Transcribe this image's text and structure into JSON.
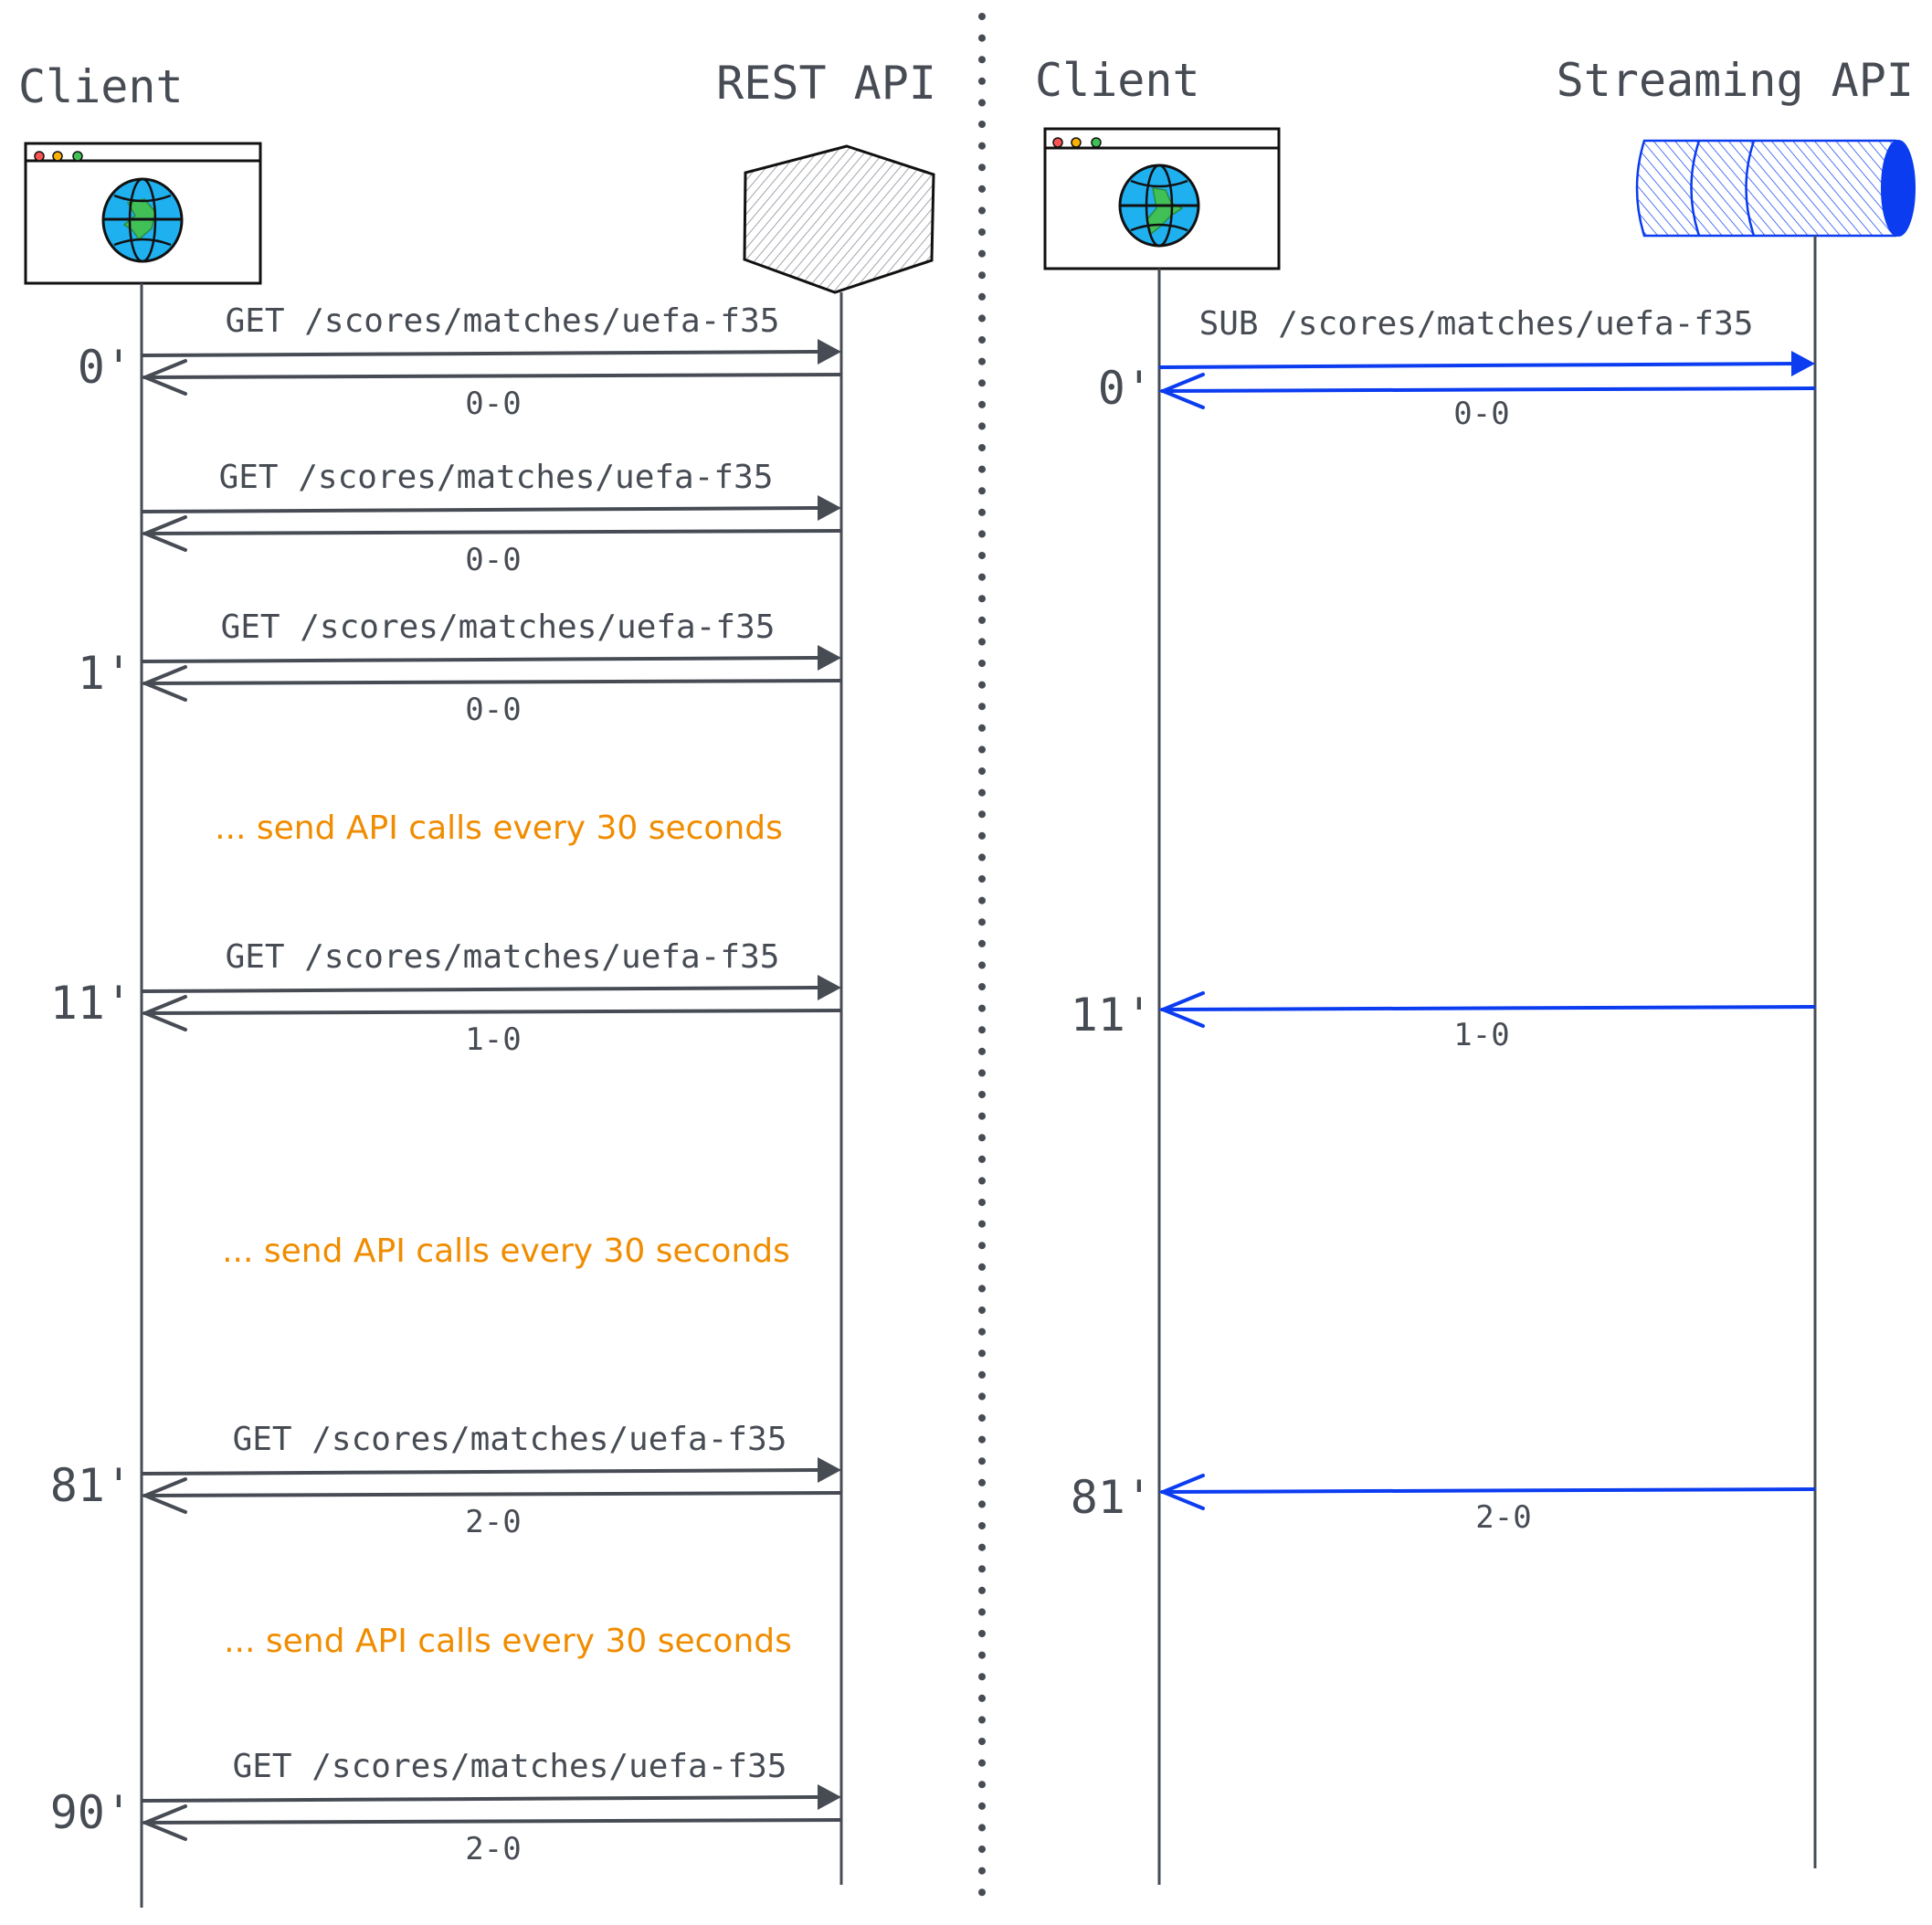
{
  "title": "REST API polling vs Streaming API subscription",
  "colors": {
    "ink": "#474c54",
    "stream": "#0b3cf0",
    "note": "#f08c00",
    "globe_ocean": "#1fb0f0",
    "globe_land": "#40c057",
    "dot_red": "#fa5252",
    "dot_yellow": "#fab005",
    "dot_green": "#40c057"
  },
  "left_panel": {
    "client_label": "Client",
    "server_label": "REST API",
    "client_icon": "browser-globe-icon",
    "server_icon": "hexagon-server-icon",
    "exchanges": [
      {
        "time": "0'",
        "request": "GET /scores/matches/uefa-f35",
        "response": "0-0"
      },
      {
        "time": "",
        "request": "GET /scores/matches/uefa-f35",
        "response": "0-0"
      },
      {
        "time": "1'",
        "request": "GET /scores/matches/uefa-f35",
        "response": "0-0"
      },
      {
        "time": "11'",
        "request": "GET /scores/matches/uefa-f35",
        "response": "1-0"
      },
      {
        "time": "81'",
        "request": "GET /scores/matches/uefa-f35",
        "response": "2-0"
      },
      {
        "time": "90'",
        "request": "GET /scores/matches/uefa-f35",
        "response": "2-0"
      }
    ],
    "notes": [
      "... send API calls every 30 seconds",
      "... send API calls every 30 seconds",
      "... send API calls every 30 seconds"
    ]
  },
  "right_panel": {
    "client_label": "Client",
    "server_label": "Streaming API",
    "client_icon": "browser-globe-icon",
    "server_icon": "stream-cylinder-icon",
    "subscribe": {
      "time": "0'",
      "request": "SUB /scores/matches/uefa-f35",
      "response": "0-0"
    },
    "pushes": [
      {
        "time": "11'",
        "response": "1-0"
      },
      {
        "time": "81'",
        "response": "2-0"
      }
    ]
  }
}
